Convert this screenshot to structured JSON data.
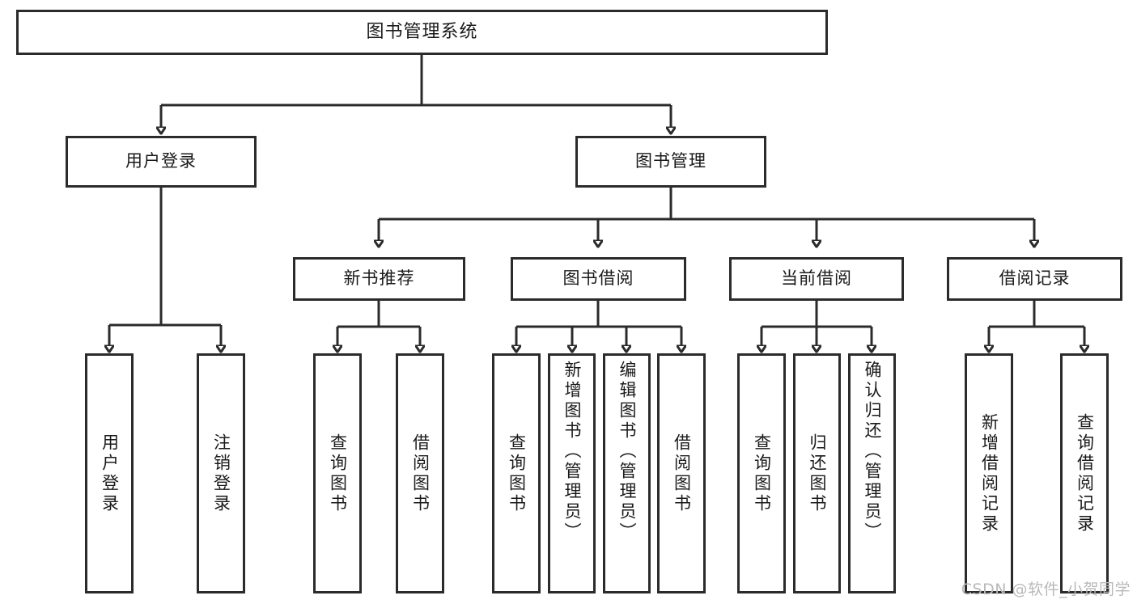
{
  "diagram": {
    "type": "tree",
    "title": "图书管理系统",
    "root": {
      "label": "图书管理系统"
    },
    "level2": [
      {
        "label": "用户登录"
      },
      {
        "label": "图书管理"
      }
    ],
    "level3": [
      {
        "label": "新书推荐"
      },
      {
        "label": "图书借阅"
      },
      {
        "label": "当前借阅"
      },
      {
        "label": "借阅记录"
      }
    ],
    "leaves": {
      "user_login": [
        {
          "label": "用户登录"
        },
        {
          "label": "注销登录"
        }
      ],
      "new_book": [
        {
          "label": "查询图书"
        },
        {
          "label": "借阅图书"
        }
      ],
      "book_borrow": [
        {
          "label": "查询图书"
        },
        {
          "label": "新增图书（管理员）"
        },
        {
          "label": "编辑图书（管理员）"
        },
        {
          "label": "借阅图书"
        }
      ],
      "current_borrow": [
        {
          "label": "查询图书"
        },
        {
          "label": "归还图书"
        },
        {
          "label": "确认归还（管理员）"
        }
      ],
      "borrow_record": [
        {
          "label": "新增借阅记录"
        },
        {
          "label": "查询借阅记录"
        }
      ]
    }
  },
  "watermark": {
    "text": "CSDN @软件_小贺同学"
  },
  "colors": {
    "stroke": "#2b2b2b",
    "text": "#1a1a1a",
    "background": "#ffffff",
    "watermark": "#b9b9b9"
  }
}
